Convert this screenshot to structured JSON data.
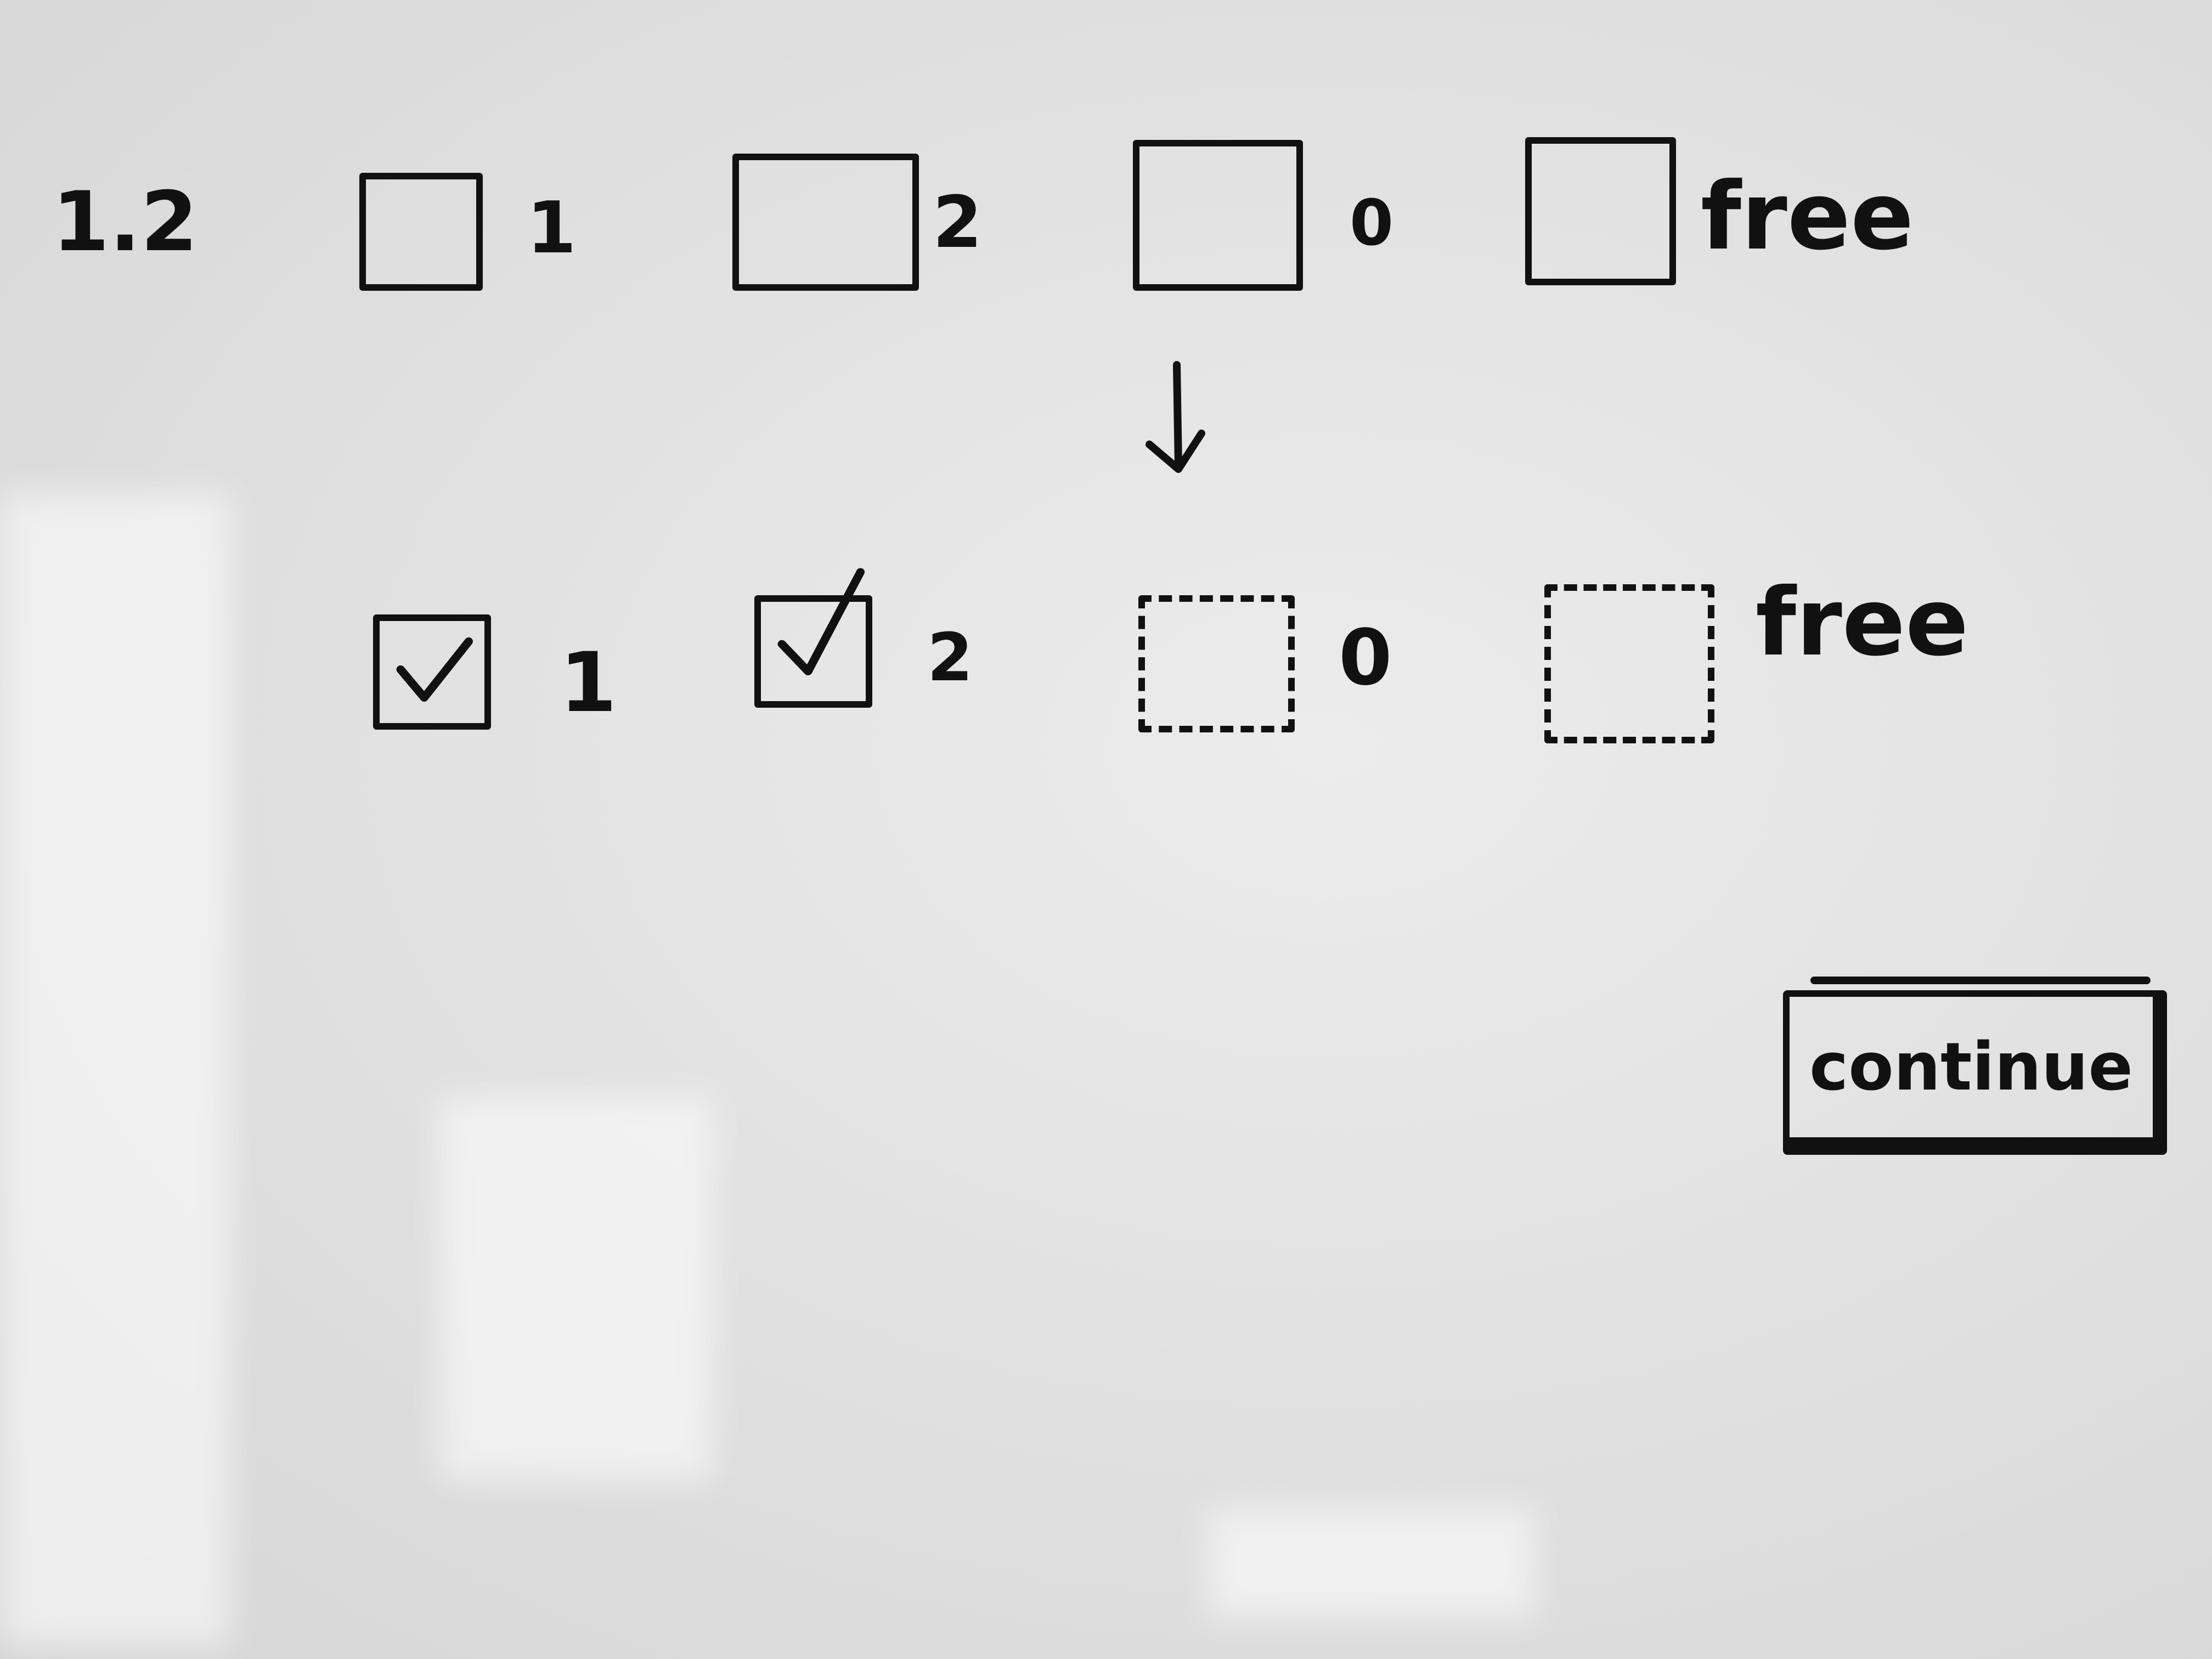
{
  "section_number": "1.2",
  "before_state": {
    "options": [
      {
        "label": "1",
        "state": "unchecked"
      },
      {
        "label": "2",
        "state": "unchecked"
      },
      {
        "label": "0",
        "state": "unchecked"
      },
      {
        "label": "free",
        "state": "unchecked"
      }
    ]
  },
  "after_state": {
    "options": [
      {
        "label": "1",
        "state": "checked"
      },
      {
        "label": "2",
        "state": "checked"
      },
      {
        "label": "0",
        "state": "disabled"
      },
      {
        "label": "free",
        "state": "disabled"
      }
    ]
  },
  "transition_icon": "down-arrow-icon",
  "continue_button": {
    "label": "continue"
  }
}
